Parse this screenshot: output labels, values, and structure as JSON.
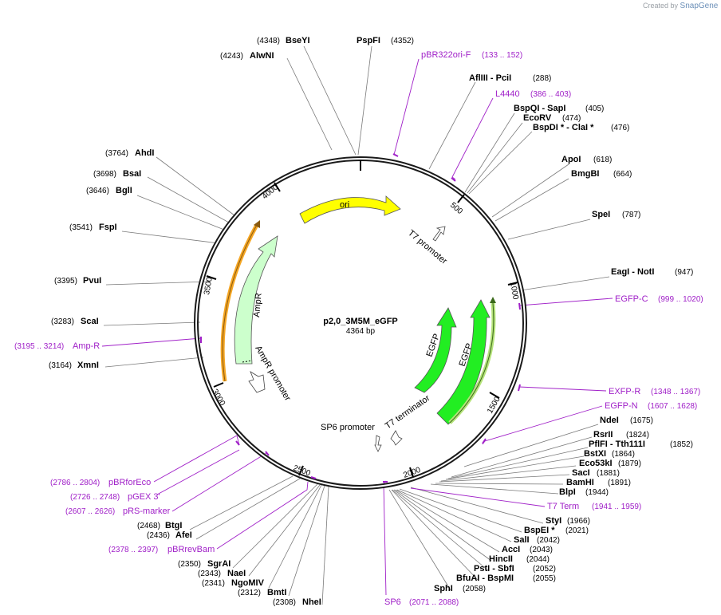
{
  "credit": {
    "prefix": "Created by",
    "brand": "SnapGene"
  },
  "map": {
    "name": "p2,0_3M5M_eGFP",
    "size": "4364 bp",
    "ticks": [
      "500",
      "1000",
      "1500",
      "2000",
      "2500",
      "3000",
      "3500",
      "4000"
    ]
  },
  "enzymes": [
    {
      "name": "BseYI",
      "pos": "(4348)"
    },
    {
      "name": "PspFI",
      "pos": "(4352)"
    },
    {
      "name": "AlwNI",
      "pos": "(4243)"
    },
    {
      "name": "AflIII  - PciI",
      "pos": "(288)"
    },
    {
      "name": "BspQI  - SapI",
      "pos": "(405)"
    },
    {
      "name": "EcoRV",
      "pos": "(474)"
    },
    {
      "name": "BspDI *  - ClaI *",
      "pos": "(476)"
    },
    {
      "name": "ApoI",
      "pos": "(618)"
    },
    {
      "name": "BmgBI",
      "pos": "(664)"
    },
    {
      "name": "SpeI",
      "pos": "(787)"
    },
    {
      "name": "EagI  - NotI",
      "pos": "(947)"
    },
    {
      "name": "AhdI",
      "pos": "(3764)"
    },
    {
      "name": "BsaI",
      "pos": "(3698)"
    },
    {
      "name": "BglI",
      "pos": "(3646)"
    },
    {
      "name": "FspI",
      "pos": "(3541)"
    },
    {
      "name": "PvuI",
      "pos": "(3395)"
    },
    {
      "name": "ScaI",
      "pos": "(3283)"
    },
    {
      "name": "XmnI",
      "pos": "(3164)"
    },
    {
      "name": "NdeI",
      "pos": "(1675)"
    },
    {
      "name": "RsrII",
      "pos": "(1824)"
    },
    {
      "name": "PflFI  - Tth111I",
      "pos": "(1852)"
    },
    {
      "name": "BstXI",
      "pos": "(1864)"
    },
    {
      "name": "Eco53kI",
      "pos": "(1879)"
    },
    {
      "name": "SacI",
      "pos": "(1881)"
    },
    {
      "name": "BamHI",
      "pos": "(1891)"
    },
    {
      "name": "BlpI",
      "pos": "(1944)"
    },
    {
      "name": "StyI",
      "pos": "(1966)"
    },
    {
      "name": "BspEI *",
      "pos": "(2021)"
    },
    {
      "name": "SalI",
      "pos": "(2042)"
    },
    {
      "name": "AccI",
      "pos": "(2043)"
    },
    {
      "name": "HincII",
      "pos": "(2044)"
    },
    {
      "name": "PstI  - SbfI",
      "pos": "(2052)"
    },
    {
      "name": "BfuAI  - BspMI",
      "pos": "(2055)"
    },
    {
      "name": "SphI",
      "pos": "(2058)"
    },
    {
      "name": "BtgI",
      "pos": "(2468)"
    },
    {
      "name": "AfeI",
      "pos": "(2436)"
    },
    {
      "name": "SgrAI",
      "pos": "(2350)"
    },
    {
      "name": "NaeI",
      "pos": "(2343)"
    },
    {
      "name": "NgoMIV",
      "pos": "(2341)"
    },
    {
      "name": "BmtI",
      "pos": "(2312)"
    },
    {
      "name": "NheI",
      "pos": "(2308)"
    }
  ],
  "primers": [
    {
      "name": "pBR322ori-F",
      "range": "(133 .. 152)"
    },
    {
      "name": "L4440",
      "range": "(386 .. 403)"
    },
    {
      "name": "EGFP-C",
      "range": "(999 .. 1020)"
    },
    {
      "name": "Amp-R",
      "range": "(3195 .. 3214)"
    },
    {
      "name": "EXFP-R",
      "range": "(1348 .. 1367)"
    },
    {
      "name": "EGFP-N",
      "range": "(1607 .. 1628)"
    },
    {
      "name": "T7 Term",
      "range": "(1941 .. 1959)"
    },
    {
      "name": "pBRforEco",
      "range": "(2786 .. 2804)"
    },
    {
      "name": "pGEX 3'",
      "range": "(2726 .. 2748)"
    },
    {
      "name": "pRS-marker",
      "range": "(2607 .. 2626)"
    },
    {
      "name": "pBRrevBam",
      "range": "(2378 .. 2397)"
    },
    {
      "name": "SP6",
      "range": "(2071 .. 2088)"
    }
  ],
  "features": {
    "ori": "ori",
    "t7_promoter": "T7 promoter",
    "ampr": "AmpR",
    "ampr_promoter": "AmpR promoter",
    "egfp_1": "EGFP",
    "egfp_2": "EGFP",
    "sp6_promoter": "SP6 promoter",
    "t7_terminator": "T7 terminator"
  },
  "colors": {
    "backbone": "#1a1a1a",
    "ori": "#ffff00",
    "egfp": "#22ee22",
    "ampr": "#ccffcc",
    "primer": "#a020c8",
    "leader": "#7a7a7a",
    "orange": "#f5a623"
  }
}
